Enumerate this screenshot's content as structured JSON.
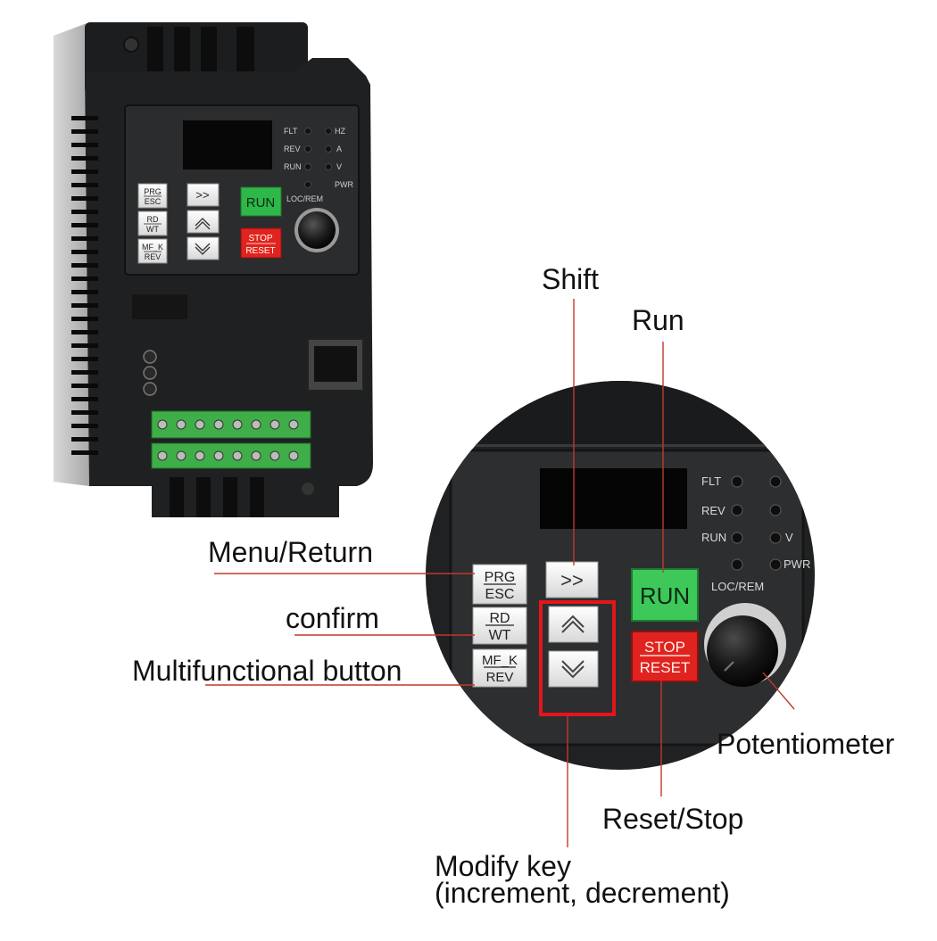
{
  "device": {
    "indicators_left": [
      "FLT",
      "REV",
      "RUN"
    ],
    "indicators_right": [
      "HZ",
      "A",
      "V",
      "PWR"
    ],
    "loc_rem": "LOC/REM",
    "keys": {
      "prg_top": "PRG",
      "prg_bottom": "ESC",
      "rd_top": "RD",
      "rd_bottom": "WT",
      "mf_top": "MF_K",
      "mf_bottom": "REV",
      "shift": ">>",
      "up": "︿",
      "down": "﹀",
      "run": "RUN",
      "stop_top": "STOP",
      "stop_bottom": "RESET"
    }
  },
  "callouts": {
    "shift": "Shift",
    "run": "Run",
    "menu_return": "Menu/Return",
    "confirm": "confirm",
    "multifunctional": "Multifunctional button",
    "potentiometer": "Potentiometer",
    "reset_stop": "Reset/Stop",
    "modify_line1": "Modify key",
    "modify_line2": "(increment, decrement)"
  },
  "colors": {
    "housing": "#1e1f21",
    "panel": "#2a2b2d",
    "run_key": "#2fb84a",
    "stop_key": "#e0231f",
    "terminal": "#3fae49",
    "leader_line": "#c0392b",
    "highlight_box": "#e3161b"
  }
}
